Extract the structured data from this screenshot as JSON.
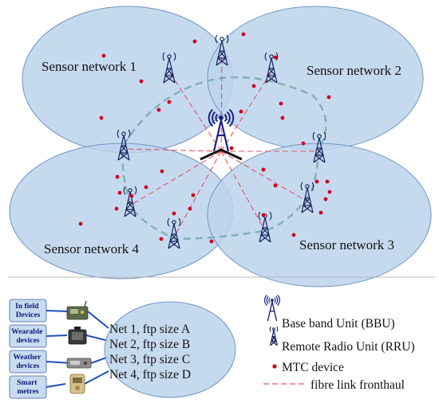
{
  "networks": [
    {
      "label": "Sensor network 1"
    },
    {
      "label": "Sensor network 2"
    },
    {
      "label": "Sensor network 3"
    },
    {
      "label": "Sensor network 4"
    }
  ],
  "devices": [
    {
      "label": "In field Devices",
      "lines": [
        "In field",
        "Devices"
      ]
    },
    {
      "label": "Wearable devices",
      "lines": [
        "Wearable",
        "devices"
      ]
    },
    {
      "label": "Weather devices",
      "lines": [
        "Weather",
        "devices"
      ]
    },
    {
      "label": "Smart metres",
      "lines": [
        "Smart",
        "metres"
      ]
    }
  ],
  "nets": [
    "Net 1, ftp size A",
    "Net 2, ftp size B",
    "Net 3, ftp size C",
    "Net 4, ftp size D"
  ],
  "legend": {
    "bbu": "Base band Unit (BBU)",
    "rru": "Remote Radio Unit (RRU)",
    "mtc": "MTC device",
    "fibre": "fibre link fronthaul"
  },
  "colors": {
    "ellipse_fill": "#bcd4ec",
    "ellipse_stroke": "#6e94c2",
    "tower": "#14205e",
    "signal": "#1a237e",
    "mtc_dot": "#d0021b",
    "fibre": "#e8545e",
    "ring": "#7fb3b5",
    "device_box": "#c9dcef",
    "device_line": "#1f4fb8"
  },
  "icons": {
    "bbu": "bbu-tower-icon",
    "rru": "rru-tower-icon",
    "mtc": "red-dot-icon"
  }
}
